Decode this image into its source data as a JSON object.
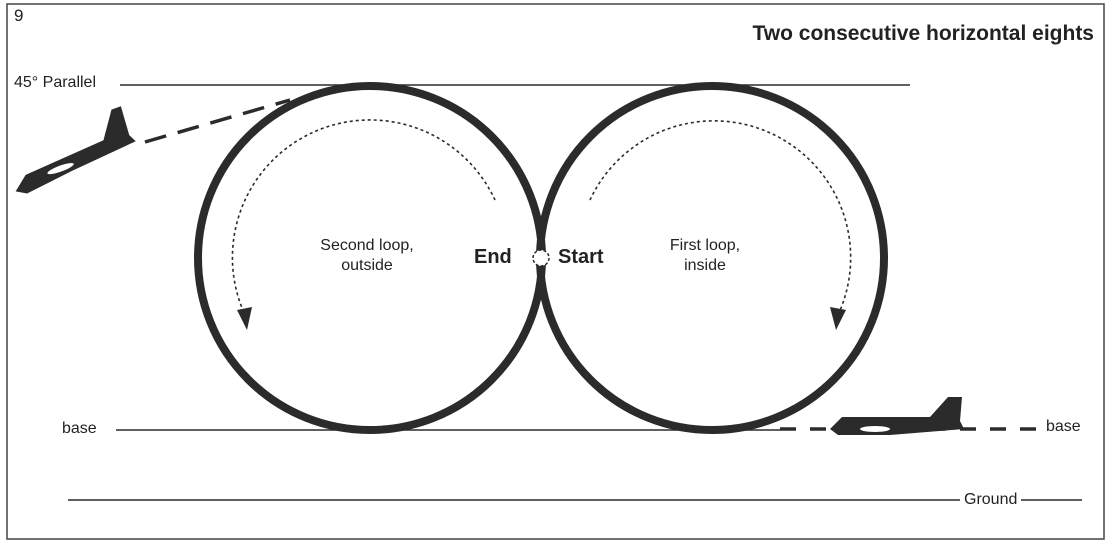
{
  "figure_number": "9",
  "title": "Two consecutive horizontal eights",
  "labels": {
    "parallel": "45° Parallel",
    "base_left": "base",
    "base_right": "base",
    "ground": "Ground",
    "second_loop_line1": "Second loop,",
    "second_loop_line2": "outside",
    "first_loop_line1": "First loop,",
    "first_loop_line2": "inside",
    "end": "End",
    "start": "Start"
  },
  "colors": {
    "stroke": "#2b2b2b",
    "text": "#222222",
    "background": "#ffffff"
  },
  "icons": [
    "airplane-icon-left",
    "airplane-icon-right",
    "start-end-marker"
  ]
}
